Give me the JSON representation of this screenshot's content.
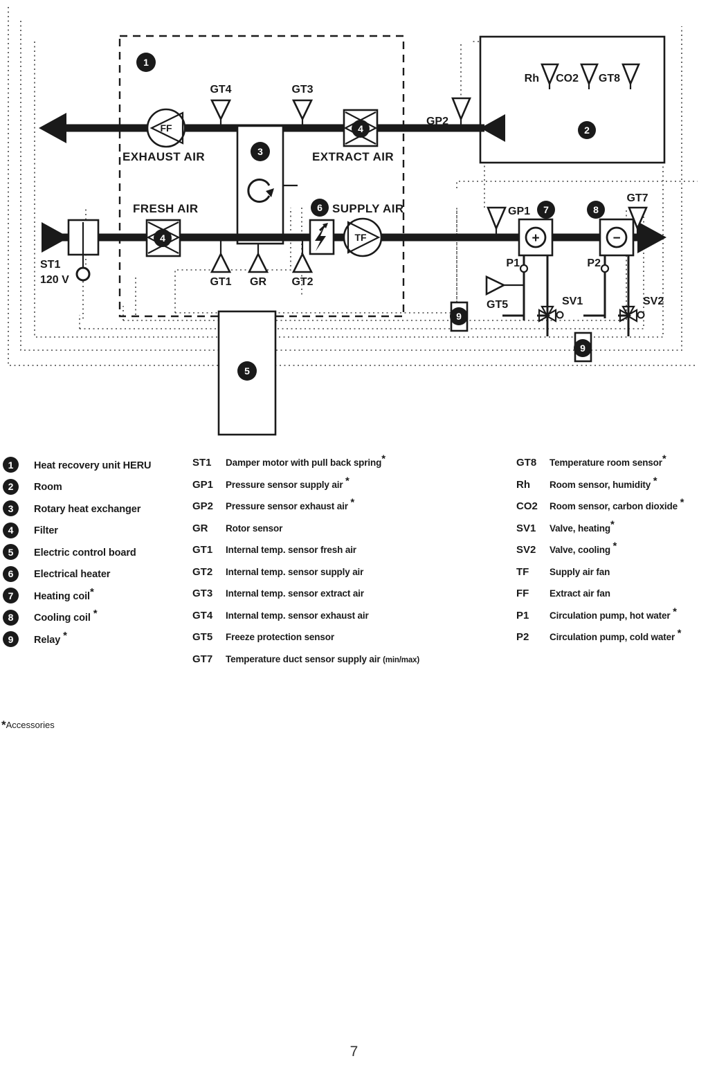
{
  "page": {
    "number": "7",
    "footnote_symbol": "*",
    "footnote_text": "Accessories"
  },
  "diagram": {
    "flow_labels": {
      "exhaust_air": "EXHAUST AIR",
      "extract_air": "EXTRACT AIR",
      "fresh_air": "FRESH AIR",
      "supply_air": "SUPPLY AIR"
    },
    "component_tags": {
      "gt4": "GT4",
      "gt3": "GT3",
      "gt1": "GT1",
      "gt2": "GT2",
      "gr": "GR",
      "gt5": "GT5",
      "gt7": "GT7",
      "gt8": "GT8",
      "gp1": "GP1",
      "gp2": "GP2",
      "rh": "Rh",
      "co2": "CO2",
      "sv1": "SV1",
      "sv2": "SV2",
      "p1": "P1",
      "p2": "P2",
      "ff": "FF",
      "tf": "TF",
      "st1": "ST1",
      "st1_voltage": "120 V"
    },
    "callouts": {
      "heru": "1",
      "room": "2",
      "rotor": "3",
      "filter_extract": "4",
      "filter_fresh": "4",
      "control_board": "5",
      "heater": "6",
      "heating_coil": "7",
      "cooling_coil": "8",
      "relay_left": "9",
      "relay_right": "9"
    },
    "coil_symbols": {
      "heating": "+",
      "cooling": "−"
    }
  },
  "legend": {
    "numbered": [
      {
        "n": "1",
        "label": "Heat recovery unit HERU"
      },
      {
        "n": "2",
        "label": "Room"
      },
      {
        "n": "3",
        "label": "Rotary heat exchanger"
      },
      {
        "n": "4",
        "label": "Filter"
      },
      {
        "n": "5",
        "label": "Electric control board"
      },
      {
        "n": "6",
        "label": "Electrical heater"
      },
      {
        "n": "7",
        "label": "Heating coil",
        "star": "*"
      },
      {
        "n": "8",
        "label": "Cooling coil ",
        "star": "*"
      },
      {
        "n": "9",
        "label": "Relay ",
        "star": "*"
      }
    ],
    "middle": [
      {
        "code": "ST1",
        "desc": "Damper motor with pull back spring",
        "star": "*"
      },
      {
        "code": "GP1",
        "desc": "Pressure sensor  supply air ",
        "star": "*"
      },
      {
        "code": "GP2",
        "desc": "Pressure sensor  exhaust air ",
        "star": "*"
      },
      {
        "code": "GR",
        "desc": "Rotor sensor",
        "star": ""
      },
      {
        "code": "GT1",
        "desc": "Internal temp. sensor fresh air",
        "star": ""
      },
      {
        "code": "GT2",
        "desc": "Internal temp. sensor supply air",
        "star": ""
      },
      {
        "code": "GT3",
        "desc": "Internal temp. sensor extract  air",
        "star": ""
      },
      {
        "code": "GT4",
        "desc": "Internal temp. sensor exhaust  air",
        "star": ""
      },
      {
        "code": "GT5",
        "desc": "Freeze protection sensor",
        "star": ""
      },
      {
        "code": "GT7",
        "desc": "Temperature duct sensor supply air ",
        "star": "",
        "suffix": "(min/max)"
      }
    ],
    "right": [
      {
        "code": "GT8",
        "desc": "Temperature  room sensor",
        "star": "*"
      },
      {
        "code": "Rh",
        "desc": "Room sensor, humidity ",
        "star": "*"
      },
      {
        "code": "CO2",
        "desc": "Room sensor, carbon dioxide ",
        "star": "*"
      },
      {
        "code": "SV1",
        "desc": "Valve, heating",
        "star": "*"
      },
      {
        "code": "SV2",
        "desc": "Valve, cooling ",
        "star": "*"
      },
      {
        "code": "TF",
        "desc": "Supply air fan",
        "star": ""
      },
      {
        "code": "FF",
        "desc": "Extract  air fan",
        "star": ""
      },
      {
        "code": "P1",
        "desc": "Circulation pump, hot water ",
        "star": "*"
      },
      {
        "code": "P2",
        "desc": "Circulation pump, cold water ",
        "star": "*"
      }
    ]
  },
  "colors": {
    "ink": "#1a1a1a",
    "paper": "#ffffff"
  }
}
